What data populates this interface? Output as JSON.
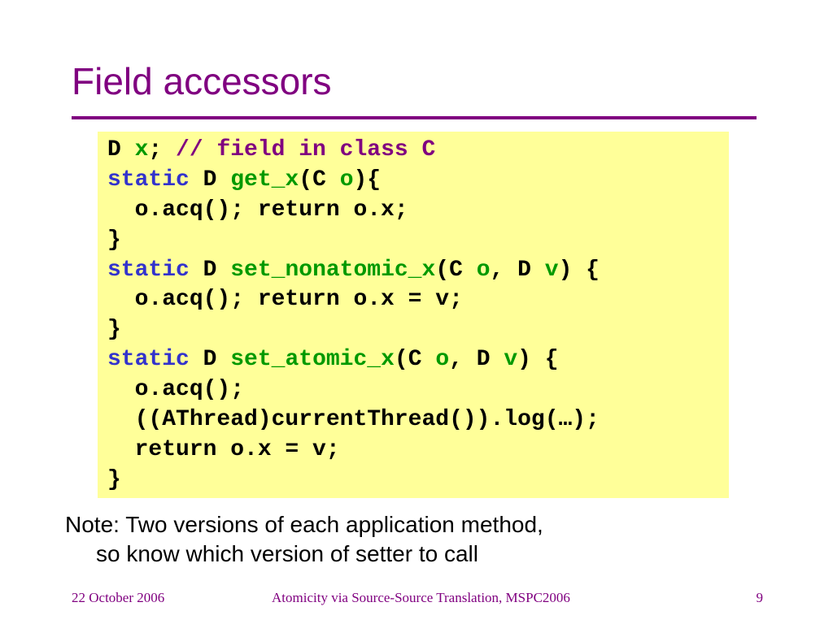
{
  "slide": {
    "title": "Field accessors"
  },
  "colors": {
    "accent": "#800080",
    "keyword": "#3333cc",
    "identifier": "#009900",
    "comment": "#800080",
    "code_background": "#ffff99"
  },
  "code": {
    "lines": [
      [
        {
          "t": "D ",
          "c": "pl"
        },
        {
          "t": "x",
          "c": "id"
        },
        {
          "t": "; ",
          "c": "pl"
        },
        {
          "t": "// field in class C",
          "c": "cm"
        }
      ],
      [
        {
          "t": "static",
          "c": "kw"
        },
        {
          "t": " D ",
          "c": "pl"
        },
        {
          "t": "get_x",
          "c": "id"
        },
        {
          "t": "(C ",
          "c": "pl"
        },
        {
          "t": "o",
          "c": "id"
        },
        {
          "t": "){",
          "c": "pl"
        }
      ],
      [
        {
          "t": "  o.acq(); return o.x;",
          "c": "pl"
        }
      ],
      [
        {
          "t": "}",
          "c": "pl"
        }
      ],
      [
        {
          "t": "static",
          "c": "kw"
        },
        {
          "t": " D ",
          "c": "pl"
        },
        {
          "t": "set_nonatomic_x",
          "c": "id"
        },
        {
          "t": "(C ",
          "c": "pl"
        },
        {
          "t": "o",
          "c": "id"
        },
        {
          "t": ", D ",
          "c": "pl"
        },
        {
          "t": "v",
          "c": "id"
        },
        {
          "t": ") {",
          "c": "pl"
        }
      ],
      [
        {
          "t": "  o.acq(); return o.x = v;",
          "c": "pl"
        }
      ],
      [
        {
          "t": "}",
          "c": "pl"
        }
      ],
      [
        {
          "t": "static",
          "c": "kw"
        },
        {
          "t": " D ",
          "c": "pl"
        },
        {
          "t": "set_atomic_x",
          "c": "id"
        },
        {
          "t": "(C ",
          "c": "pl"
        },
        {
          "t": "o",
          "c": "id"
        },
        {
          "t": ", D ",
          "c": "pl"
        },
        {
          "t": "v",
          "c": "id"
        },
        {
          "t": ") {",
          "c": "pl"
        }
      ],
      [
        {
          "t": "  o.acq();",
          "c": "pl"
        }
      ],
      [
        {
          "t": "  ((AThread)currentThread()).log(…);",
          "c": "pl"
        }
      ],
      [
        {
          "t": "  return o.x = v;",
          "c": "pl"
        }
      ],
      [
        {
          "t": "}",
          "c": "pl"
        }
      ]
    ]
  },
  "note": {
    "line1": "Note: Two versions of each application method,",
    "line2": "so know which version of setter to call"
  },
  "footer": {
    "date": "22 October 2006",
    "center": "Atomicity via Source-Source Translation, MSPC2006",
    "page": "9"
  }
}
